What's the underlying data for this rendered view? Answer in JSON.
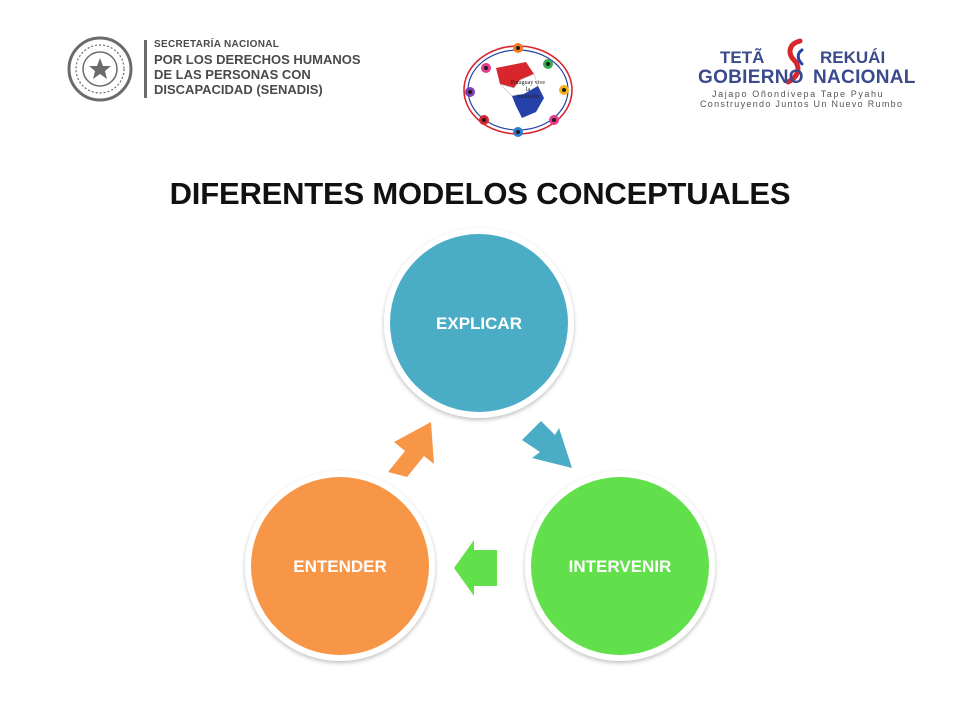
{
  "header": {
    "senadis": {
      "line1": "SECRETARÍA NACIONAL",
      "line2": "POR LOS DERECHOS HUMANOS",
      "line3": "DE LAS PERSONAS CON",
      "line4": "DISCAPACIDAD (SENADIS)"
    },
    "paraguay": {
      "line1": "Paraguay vive",
      "line2": "la",
      "line3": "inclusión"
    },
    "gobierno": {
      "teta": "TETÃ",
      "rekuai": "REKUÁI",
      "gobierno": "GOBIERNO",
      "nacional": "NACIONAL",
      "sub1": "Jajapo Oñondivepa Tape Pyahu",
      "sub2": "Construyendo Juntos Un Nuevo Rumbo"
    }
  },
  "title": "DIFERENTES MODELOS CONCEPTUALES",
  "cycle": {
    "nodes": [
      {
        "id": "explicar",
        "label": "EXPLICAR",
        "color": "#4bacc6"
      },
      {
        "id": "intervenir",
        "label": "INTERVENIR",
        "color": "#62e04b"
      },
      {
        "id": "entender",
        "label": "ENTENDER",
        "color": "#f79646"
      }
    ]
  },
  "colors": {
    "navy": "#3a4a8c",
    "red": "#d7262c",
    "blue": "#2540a8"
  }
}
